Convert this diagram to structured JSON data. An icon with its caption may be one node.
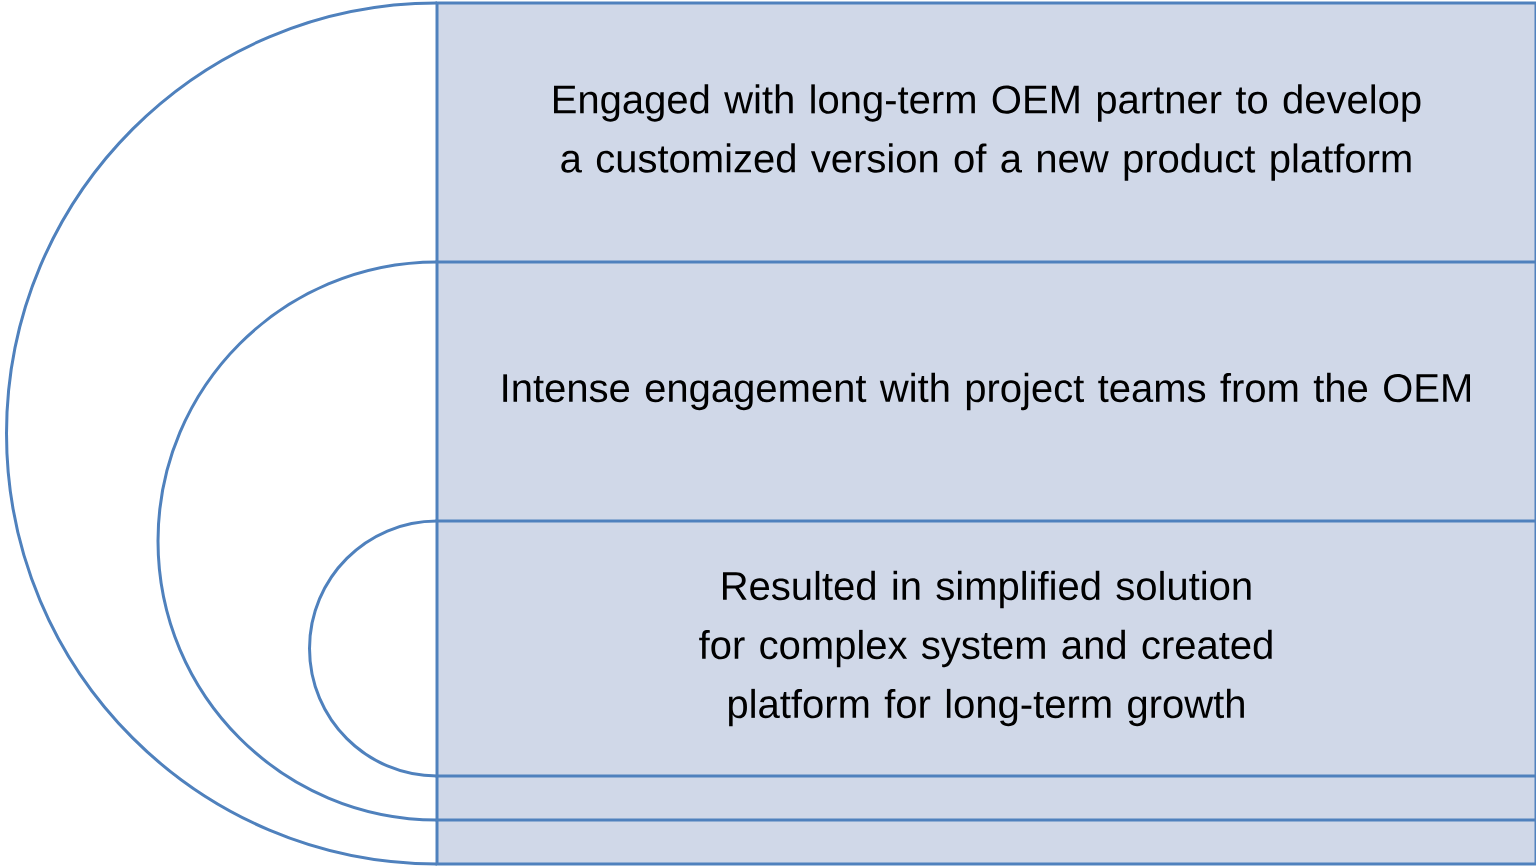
{
  "diagram": {
    "nodes": [
      {
        "text": [
          "Engaged with long-term OEM partner to develop a customized version of a new product platform"
        ]
      },
      {
        "text": [
          "Intense engagement with project teams from the OEM"
        ],
        "in": 0
      },
      {
        "text": [
          "Resulted in simplified solution for complex system and created platform for long-term growth"
        ],
        "in": 1
      }
    ]
  }
}
